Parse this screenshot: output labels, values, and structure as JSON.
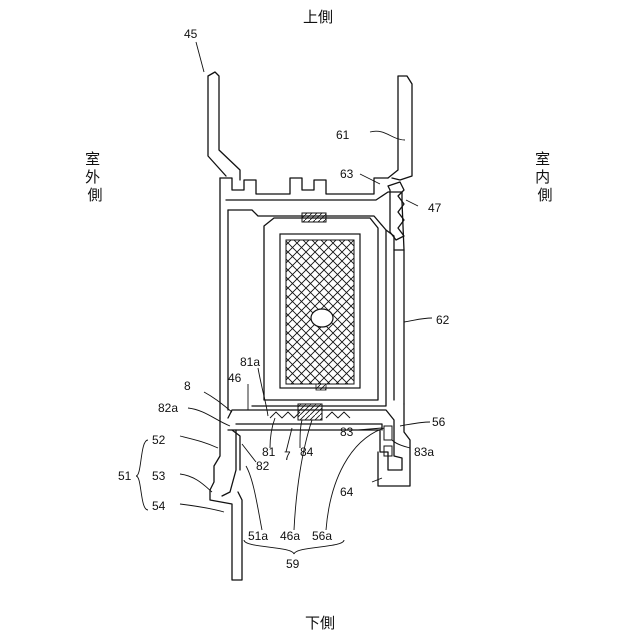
{
  "directions": {
    "top": "上側",
    "bottom": "下側",
    "outdoor": "室外側",
    "indoor": "室内側"
  },
  "refs": {
    "r45": "45",
    "r61": "61",
    "r63": "63",
    "r47": "47",
    "r62": "62",
    "r8": "8",
    "r46": "46",
    "r81a": "81a",
    "r82a": "82a",
    "r52": "52",
    "r51": "51",
    "r53": "53",
    "r54": "54",
    "r81": "81",
    "r7": "7",
    "r82": "82",
    "r84": "84",
    "r83": "83",
    "r56": "56",
    "r83a": "83a",
    "r64": "64",
    "r51a": "51a",
    "r46a": "46a",
    "r56a": "56a",
    "r59": "59"
  },
  "colors": {
    "line": "#111111",
    "background": "#ffffff"
  }
}
